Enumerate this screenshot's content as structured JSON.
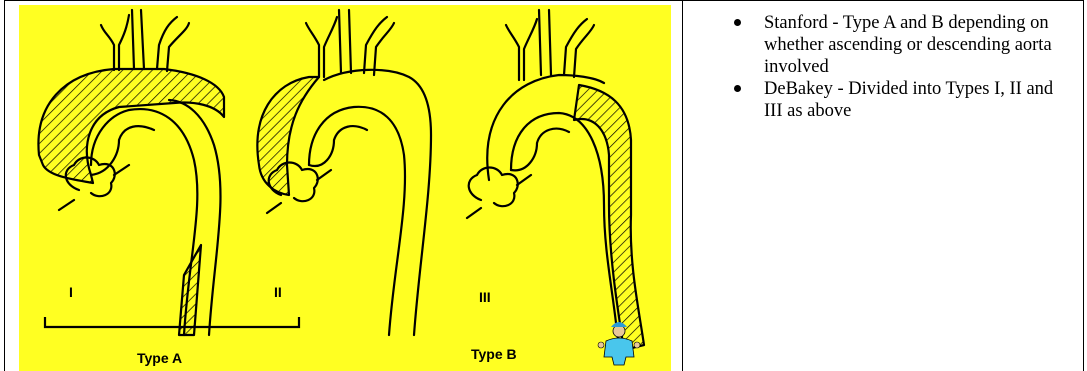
{
  "figure": {
    "background_color": "#ffff22",
    "roman_labels": [
      "I",
      "II",
      "III"
    ],
    "group_labels": [
      "Type A",
      "Type B"
    ]
  },
  "notes": {
    "items": [
      "Stanford - Type A and B depending on whether ascending or descending aorta involved",
      "DeBakey - Divided into Types I, II and III as above"
    ]
  }
}
